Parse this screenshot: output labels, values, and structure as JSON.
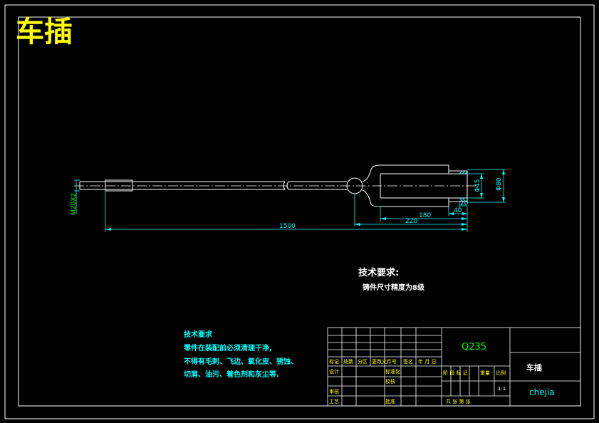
{
  "title_text": "车插",
  "dimensions": {
    "d1": "1500",
    "d2": "220",
    "d3": "180",
    "d4": "40",
    "d5": "20",
    "d6": "Φ45",
    "d7": "Φ80",
    "d8": "M20X2"
  },
  "tech_req_1": {
    "heading": "技术要求:",
    "line1": "铸件尺寸精度为8级"
  },
  "tech_req_2": {
    "heading": "技术要求",
    "lines": [
      "零件在装配前必须清理干净,",
      "不得有毛刺、飞边、氧化皮、锈蚀、",
      "切屑、油污、着色剂和灰尘等."
    ]
  },
  "title_block": {
    "material": "Q235",
    "part_name": "车插",
    "drawing_code": "chejia",
    "scale": "1:1",
    "labels": {
      "biaoji": "标记",
      "chushu": "处数",
      "fenqu": "分区",
      "gengwen": "更改文件号",
      "qianming": "签名",
      "nyr": "年 月 日",
      "sheji": "设计",
      "biaozhunhua": "标准化",
      "jieduan": "阶 段 标 记",
      "zhongliang": "重量",
      "bili": "比例",
      "jiaohe": "校核",
      "shenhe": "审核",
      "gongyi": "工艺",
      "pizhun": "批准",
      "zhangye": "共   张  第   张"
    }
  }
}
